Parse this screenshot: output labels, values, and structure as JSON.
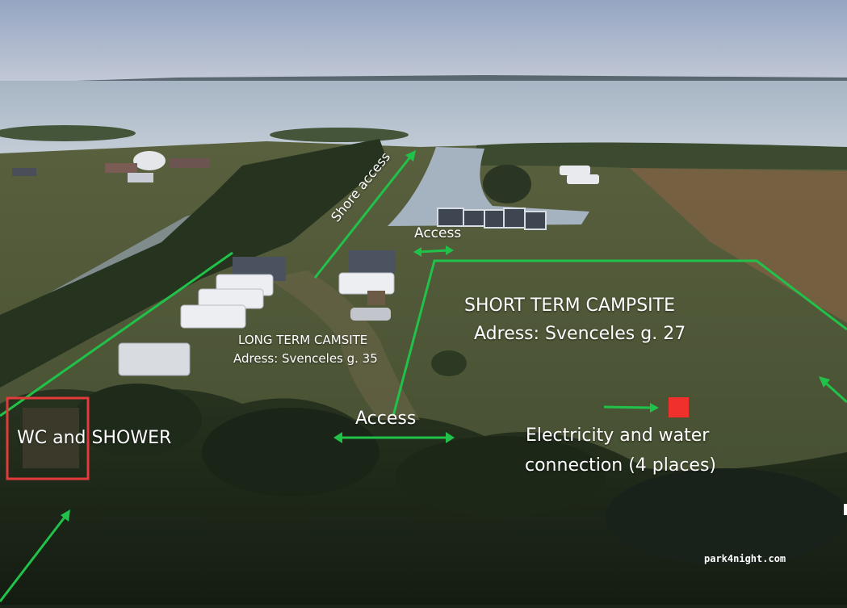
{
  "labels": {
    "shore_access": "Shore access",
    "access_top": "Access",
    "access_bottom": "Access",
    "short_term_title": "SHORT TERM CAMPSITE",
    "short_term_address": "Adress: Svenceles g. 27",
    "long_term_title": "LONG TERM CAMSITE",
    "long_term_address": "Adress: Svenceles g. 35",
    "wc_shower": "WC and SHOWER",
    "electricity_line1": "Electricity and water",
    "electricity_line2": "connection (4 places)"
  },
  "watermark": "park4night.com",
  "colors": {
    "annotation_green": "#21c24a",
    "wc_box": "#e23b3b",
    "marker_red": "#f0302c",
    "lagoon": "#9fb1c2",
    "sky": "#a9b6cc",
    "grass": "#4f5a36",
    "trees": "#1f2b1c"
  }
}
